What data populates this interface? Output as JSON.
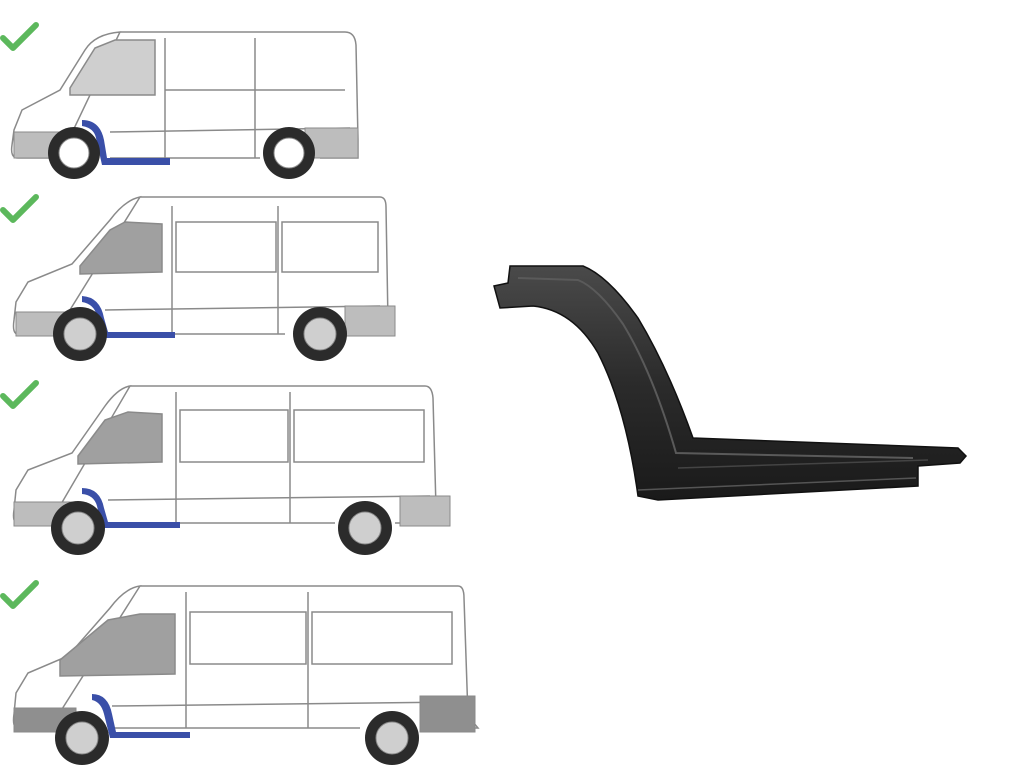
{
  "image": {
    "subject": "fitment",
    "variants": [
      {
        "id": "short-low-roof",
        "fits": true
      },
      {
        "id": "medium-high-roof",
        "fits": true
      },
      {
        "id": "long-medium-roof",
        "fits": true
      },
      {
        "id": "long-high-roof",
        "fits": true
      }
    ]
  },
  "colors": {
    "background": "#ffffff",
    "check": "#5cb85c",
    "highlight": "#3a4fa8",
    "outline": "#8a8a8a",
    "bumper": "#9a9a9a",
    "window": "#a0a0a0",
    "part": "#2b2b2b"
  },
  "icons": {
    "check": "check-icon"
  }
}
